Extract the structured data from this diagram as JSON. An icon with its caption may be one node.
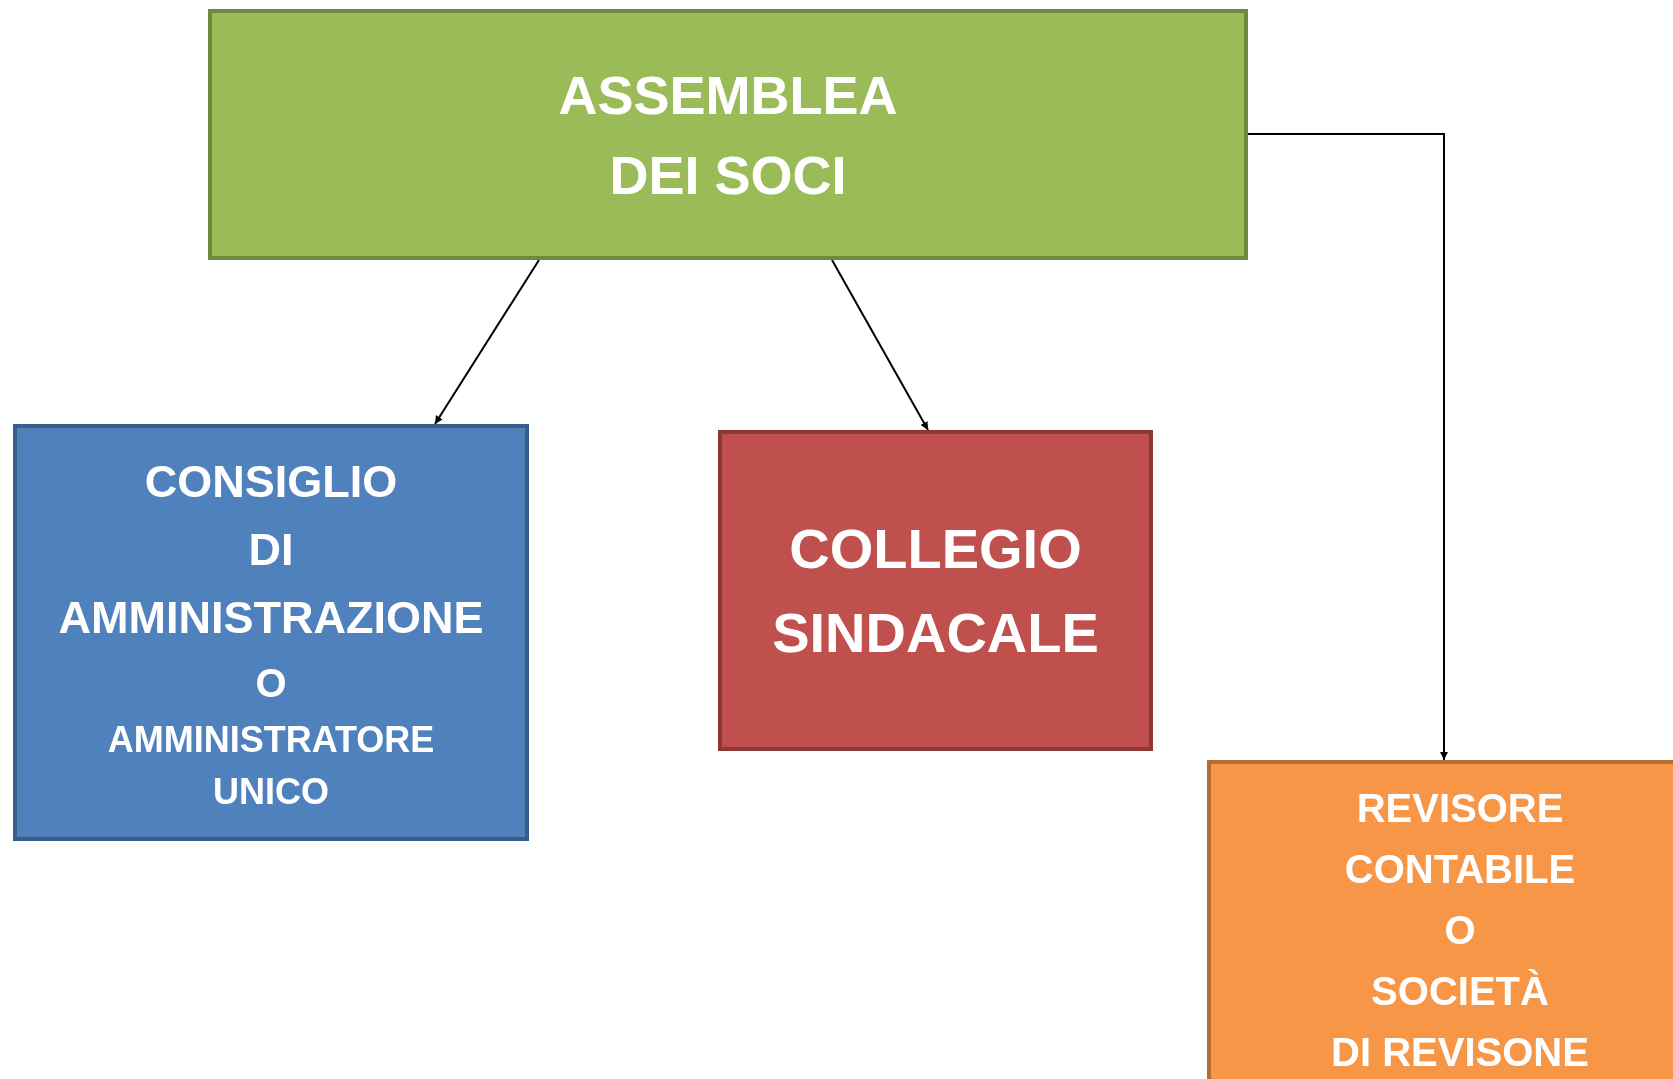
{
  "diagram": {
    "nodes": [
      {
        "text": [
          "ASSEMBLEA DEI SOCI"
        ]
      },
      {
        "text": [
          "CONSIGLIO DI AMMINISTRAZIONE",
          "O",
          "AMMINISTRATORE UNICO"
        ]
      },
      {
        "text": [
          "COLLEGIO SINDACALE"
        ]
      },
      {
        "text": [
          "REVISORE CONTABILE",
          "O",
          "SOCIETÀ DI REVISONE"
        ]
      }
    ],
    "edges": [
      {
        "from": 0,
        "to": 1,
        "arrow": "to"
      },
      {
        "from": 0,
        "to": 2,
        "arrow": "to"
      },
      {
        "from": 0,
        "to": 3,
        "arrow": "to"
      }
    ]
  }
}
